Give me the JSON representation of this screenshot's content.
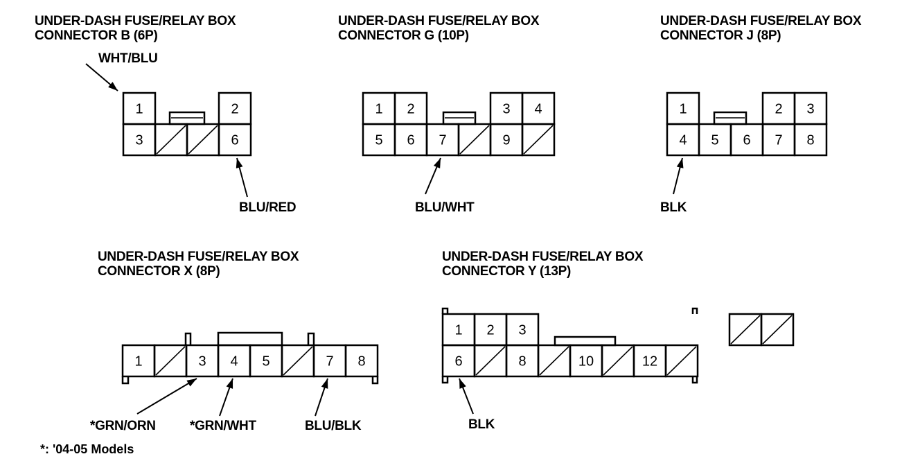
{
  "connectors": [
    {
      "id": "B",
      "title_line1": "UNDER-DASH FUSE/RELAY BOX",
      "title_line2": "CONNECTOR B (6P)",
      "top_row": [
        "1",
        null,
        null,
        "2"
      ],
      "bottom_row": [
        "3",
        "/",
        "/",
        "6"
      ],
      "wires": [
        {
          "label": "WHT/BLU",
          "terminal": "1"
        },
        {
          "label": "BLU/RED",
          "terminal": "6"
        }
      ]
    },
    {
      "id": "G",
      "title_line1": "UNDER-DASH FUSE/RELAY BOX",
      "title_line2": "CONNECTOR G (10P)",
      "top_row": [
        "1",
        "2",
        null,
        null,
        "3",
        "4"
      ],
      "bottom_row": [
        "5",
        "6",
        "7",
        "/",
        "9",
        "/"
      ],
      "wires": [
        {
          "label": "BLU/WHT",
          "terminal": "7"
        }
      ]
    },
    {
      "id": "J",
      "title_line1": "UNDER-DASH FUSE/RELAY BOX",
      "title_line2": "CONNECTOR J (8P)",
      "top_row": [
        "1",
        null,
        null,
        "2",
        "3"
      ],
      "bottom_row": [
        "4",
        "5",
        "6",
        "7",
        "8"
      ],
      "wires": [
        {
          "label": "BLK",
          "terminal": "4"
        }
      ]
    },
    {
      "id": "X",
      "title_line1": "UNDER-DASH FUSE/RELAY BOX",
      "title_line2": "CONNECTOR X (8P)",
      "row": [
        "1",
        "/",
        "3",
        "4",
        "5",
        "/",
        "7",
        "8"
      ],
      "wires": [
        {
          "label": "*GRN/ORN",
          "terminal": "3"
        },
        {
          "label": "*GRN/WHT",
          "terminal": "4"
        },
        {
          "label": "BLU/BLK",
          "terminal": "7"
        }
      ]
    },
    {
      "id": "Y",
      "title_line1": "UNDER-DASH FUSE/RELAY BOX",
      "title_line2": "CONNECTOR Y (13P)",
      "top_row": [
        "1",
        "2",
        "3",
        null,
        null,
        null,
        "/",
        "/"
      ],
      "bottom_row": [
        "6",
        "/",
        "8",
        "/",
        "10",
        "/",
        "12",
        "/"
      ],
      "wires": [
        {
          "label": "BLK",
          "terminal": "6"
        }
      ]
    }
  ],
  "footnote": "*: '04-05 Models"
}
